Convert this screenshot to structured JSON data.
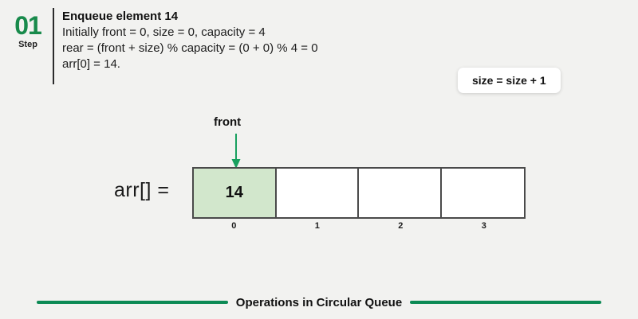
{
  "step": {
    "number": "01",
    "word": "Step",
    "title": "Enqueue element 14",
    "lines": [
      "Initially front = 0, size = 0, capacity = 4",
      "rear = (front + size) % capacity = (0 + 0) % 4 = 0",
      "arr[0] = 14."
    ]
  },
  "badge": {
    "text": "size = size + 1"
  },
  "diagram": {
    "pointer_label": "front",
    "array_label": "arr[] =",
    "cells": [
      {
        "value": "14",
        "index": "0",
        "filled": true
      },
      {
        "value": "",
        "index": "1",
        "filled": false
      },
      {
        "value": "",
        "index": "2",
        "filled": false
      },
      {
        "value": "",
        "index": "3",
        "filled": false
      }
    ]
  },
  "footer": {
    "title": "Operations in Circular Queue"
  },
  "colors": {
    "accent_green": "#188a4b",
    "footer_green": "#0c8a55",
    "cell_fill": "#d2e7cc",
    "background": "#f2f2f0",
    "border": "#4a4a4a"
  }
}
